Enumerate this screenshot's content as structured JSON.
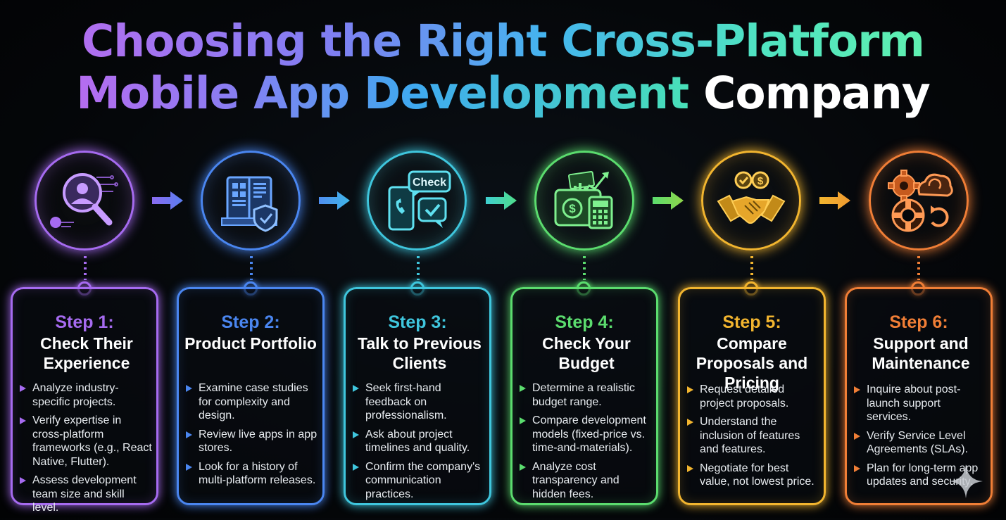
{
  "title": {
    "line1": "Choosing the Right Cross-Platform",
    "line2_gradient": "Mobile App Development",
    "line2_white": "Company"
  },
  "colors": {
    "step1": "#a66bf0",
    "step2": "#4a86f0",
    "step3": "#3fc6dd",
    "step4": "#5bdc6e",
    "step5": "#f2b52f",
    "step6": "#f07e36"
  },
  "steps": [
    {
      "label": "Step 1:",
      "title": "Check Their Experience",
      "icon": "magnifier-person-icon",
      "bullets": [
        "Analyze industry-specific projects.",
        "Verify expertise in cross-platform frameworks (e.g., React Native, Flutter).",
        "Assess development team size and skill level."
      ]
    },
    {
      "label": "Step 2:",
      "title": "Product Portfolio",
      "icon": "portfolio-shield-icon",
      "bullets": [
        "Examine case studies for complexity and design.",
        "Review live apps in app stores.",
        "Look for a history of multi-platform releases."
      ]
    },
    {
      "label": "Step 3:",
      "title": "Talk to Previous Clients",
      "icon": "phone-chat-icon",
      "icon_text": "Check",
      "bullets": [
        "Seek first-hand feedback on professionalism.",
        "Ask about project timelines and quality.",
        "Confirm the company's communication practices."
      ]
    },
    {
      "label": "Step 4:",
      "title": "Check Your Budget",
      "icon": "wallet-calculator-icon",
      "bullets": [
        "Determine a realistic budget range.",
        "Compare development models (fixed-price vs. time-and-materials).",
        "Analyze cost transparency and hidden fees."
      ]
    },
    {
      "label": "Step 5:",
      "title": "Compare Proposals and Pricing",
      "icon": "handshake-icon",
      "bullets": [
        "Request detailed project proposals.",
        "Understand the inclusion of features and features.",
        "Negotiate for best value, not lowest price."
      ]
    },
    {
      "label": "Step 6:",
      "title": "Support and Maintenance",
      "icon": "gear-cloud-lifebuoy-icon",
      "bullets": [
        "Inquire about post-launch support services.",
        "Verify Service Level Agreements (SLAs).",
        "Plan for long-term app updates and security."
      ]
    }
  ]
}
